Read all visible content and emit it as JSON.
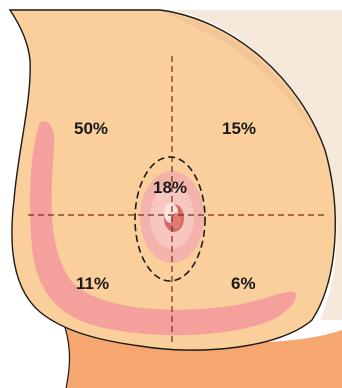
{
  "quadrants": {
    "upper_outer": "50%",
    "upper_inner": "15%",
    "central": "18%",
    "lower_outer": "11%",
    "lower_inner": "6%"
  },
  "colors": {
    "skin": "#fbcf9c",
    "skin_shadow": "#eec198",
    "pink_band": "#f4a09c",
    "areola": "#f3b3aa",
    "nipple": "#d86a66",
    "chest": "#f6a66f",
    "divider_line": "#7a2b1d",
    "text": "#1a1a1a"
  }
}
